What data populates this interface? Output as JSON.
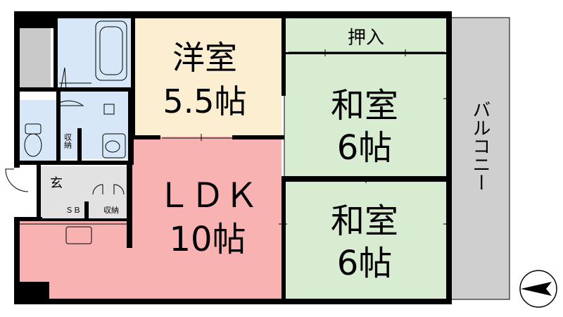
{
  "colors": {
    "western_room": "#fcefd1",
    "ldk": "#f8b2b2",
    "japanese_room": "#d8ecd2",
    "wet_area": "#d7e7f7",
    "balcony": "#cfcfcf",
    "storage_gray": "#c9c9c9",
    "entrance": "#e2e2e2",
    "wall": "#000000"
  },
  "rooms": {
    "western": {
      "name": "洋室",
      "size": "5.5帖"
    },
    "closet": {
      "name": "押入"
    },
    "japanese_upper": {
      "name": "和室",
      "size": "6帖"
    },
    "japanese_lower": {
      "name": "和室",
      "size": "6帖"
    },
    "ldk": {
      "name": "ＬＤＫ",
      "size": "10帖"
    },
    "balcony": {
      "name": "バルコニー"
    },
    "entrance": {
      "name": "玄"
    },
    "shoe_box": {
      "name": "ＳＢ"
    },
    "storage_toilet": {
      "name": "収納"
    },
    "storage_hall": {
      "name": "収納"
    }
  },
  "compass": {
    "direction": "north-pointing-left"
  }
}
